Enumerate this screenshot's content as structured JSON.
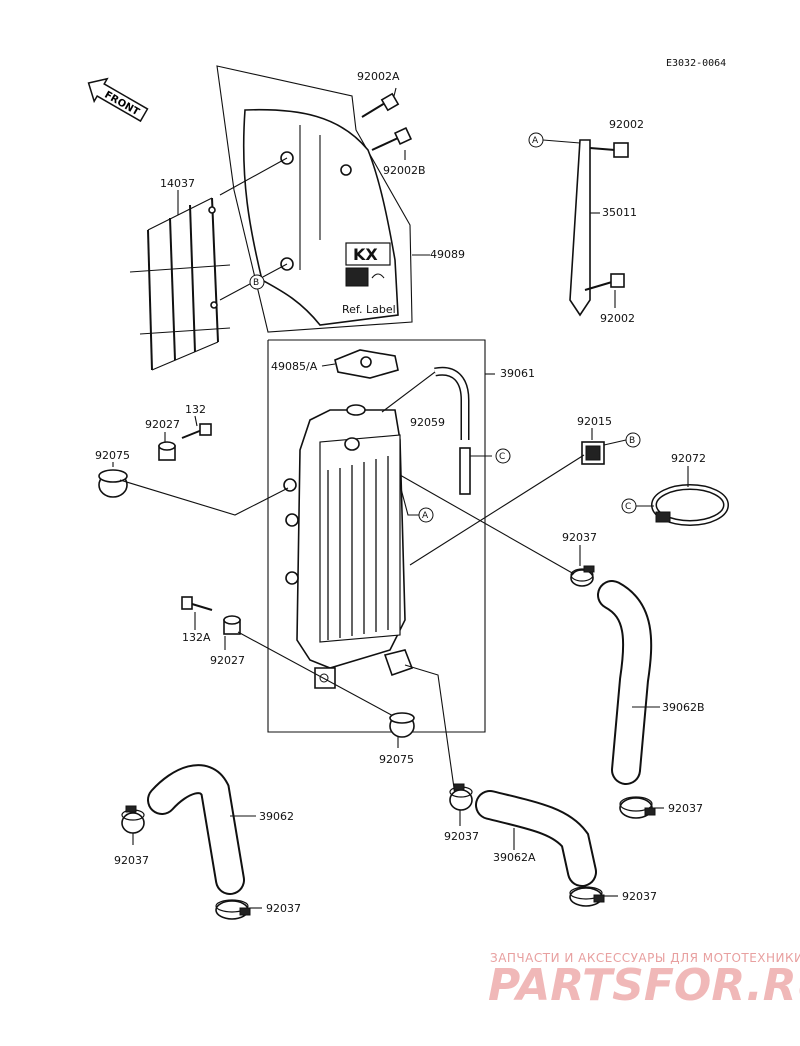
{
  "diagram_code": "E3032-0064",
  "front_label": "FRONT",
  "ref_label": "Ref. Label",
  "shroud_badge": "KX",
  "callout_letters": {
    "a": "A",
    "b": "B",
    "c": "C"
  },
  "parts": {
    "p92002A": "92002A",
    "p92002B": "92002B",
    "p14037": "14037",
    "p49089": "49089",
    "p92002_top": "92002",
    "p35011": "35011",
    "p92002_bot": "92002",
    "p49085A": "49085/A",
    "p39061": "39061",
    "p92059": "92059",
    "p92027_top": "92027",
    "p132": "132",
    "p92075_top": "92075",
    "p92015": "92015",
    "p92072": "92072",
    "p92037_mid": "92037",
    "p132A": "132A",
    "p92027_bot": "92027",
    "p39062B": "39062B",
    "p92075_bot": "92075",
    "p92037_right": "92037",
    "p39062": "39062",
    "p92037_left": "92037",
    "p92037_center": "92037",
    "p39062A": "39062A",
    "p92037_bottomleft": "92037",
    "p92037_bottomright": "92037"
  },
  "watermark": {
    "line1": "ЗАПЧАСТИ И АКСЕССУАРЫ ДЛЯ МОТОТЕХНИКИ",
    "line2": "PARTSFOR.RU"
  }
}
